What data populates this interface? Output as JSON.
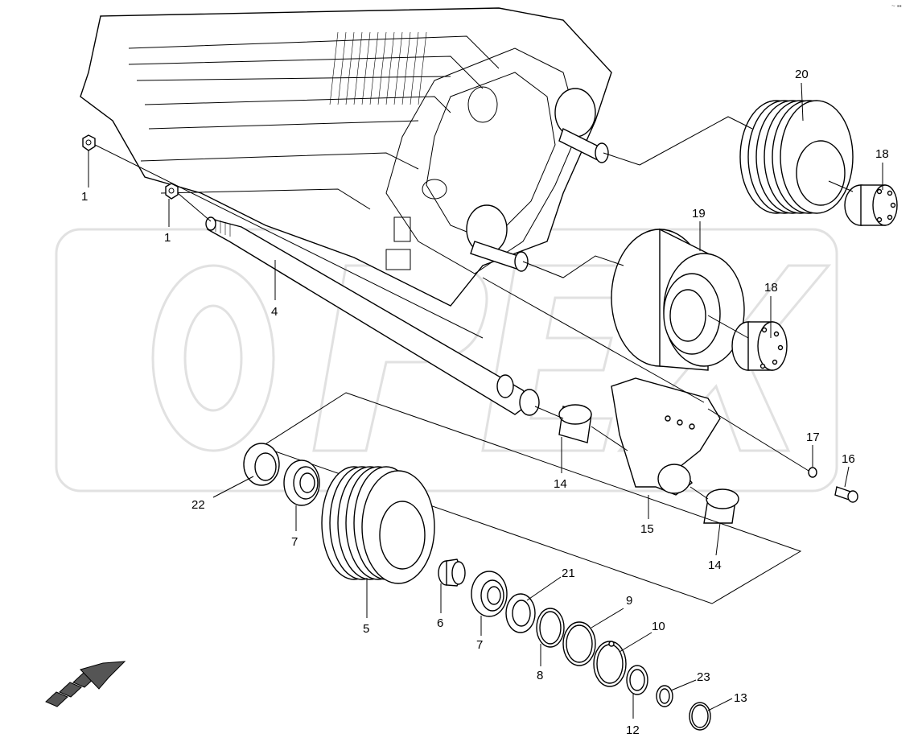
{
  "diagram": {
    "watermark": "OPEX",
    "corner_mark": "~ ▪▪",
    "callouts": [
      {
        "id": "c1a",
        "text": "1"
      },
      {
        "id": "c1b",
        "text": "1"
      },
      {
        "id": "c4",
        "text": "4"
      },
      {
        "id": "c5",
        "text": "5"
      },
      {
        "id": "c6",
        "text": "6"
      },
      {
        "id": "c7a",
        "text": "7"
      },
      {
        "id": "c7b",
        "text": "7"
      },
      {
        "id": "c8",
        "text": "8"
      },
      {
        "id": "c9",
        "text": "9"
      },
      {
        "id": "c10",
        "text": "10"
      },
      {
        "id": "c12",
        "text": "12"
      },
      {
        "id": "c13",
        "text": "13"
      },
      {
        "id": "c14a",
        "text": "14"
      },
      {
        "id": "c14b",
        "text": "14"
      },
      {
        "id": "c15",
        "text": "15"
      },
      {
        "id": "c16",
        "text": "16"
      },
      {
        "id": "c17",
        "text": "17"
      },
      {
        "id": "c18a",
        "text": "18"
      },
      {
        "id": "c18b",
        "text": "18"
      },
      {
        "id": "c19",
        "text": "19"
      },
      {
        "id": "c20",
        "text": "20"
      },
      {
        "id": "c21",
        "text": "21"
      },
      {
        "id": "c22",
        "text": "22"
      },
      {
        "id": "c23",
        "text": "23"
      }
    ]
  }
}
